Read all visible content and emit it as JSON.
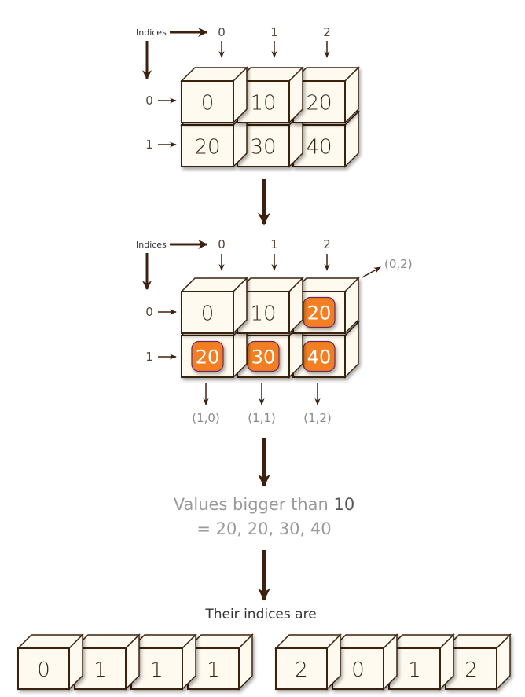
{
  "colors": {
    "cube_face": "#fffaf0",
    "cube_stroke": "#3a2410",
    "arrow": "#3d2010",
    "highlight_fill": "#f47f24",
    "highlight_stroke": "#6a2a5a",
    "caption_grey": "#9a9a9a"
  },
  "grid1": {
    "indices_label": "Indices",
    "col_labels": [
      "0",
      "1",
      "2"
    ],
    "row_labels": [
      "0",
      "1"
    ],
    "values": [
      [
        "0",
        "10",
        "20"
      ],
      [
        "20",
        "30",
        "40"
      ]
    ]
  },
  "grid2": {
    "indices_label": "Indices",
    "col_labels": [
      "0",
      "1",
      "2"
    ],
    "row_labels": [
      "0",
      "1"
    ],
    "values": [
      [
        "0",
        "10",
        "20"
      ],
      [
        "20",
        "30",
        "40"
      ]
    ],
    "highlighted": [
      [
        false,
        false,
        true
      ],
      [
        true,
        true,
        true
      ]
    ],
    "coord_top_right": "(0,2)",
    "coords_bottom": [
      "(1,0)",
      "(1,1)",
      "(1,2)"
    ]
  },
  "caption": {
    "line1_prefix": "Values bigger than ",
    "line1_value": "10",
    "line2": "= 20, 20, 30, 40"
  },
  "result_label": "Their indices are",
  "row_indices": [
    "0",
    "1",
    "1",
    "1"
  ],
  "col_indices": [
    "2",
    "0",
    "1",
    "2"
  ]
}
